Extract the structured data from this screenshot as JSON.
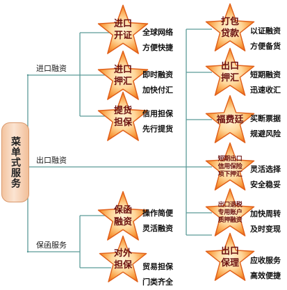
{
  "root": {
    "label": "菜单式服务"
  },
  "branches": {
    "import": "进口融资",
    "export": "出口融资",
    "guarantee": "保函服务"
  },
  "stars": {
    "import_bill": {
      "line1": "进口",
      "line2": "开证"
    },
    "import_remit": {
      "line1": "进口",
      "line2": "押汇"
    },
    "delivery_guarantee": {
      "line1": "提货",
      "line2": "担保"
    },
    "guarantee_finance": {
      "line1": "保函",
      "line2": "融资"
    },
    "external_guarantee": {
      "line1": "对外",
      "line2": "担保"
    },
    "packing": {
      "line1": "打包",
      "line2": "贷款"
    },
    "export_remit": {
      "line1": "出口",
      "line2": "押汇"
    },
    "forfaiting": {
      "line1": "福费廷"
    },
    "short_term": {
      "line1": "短期出口",
      "line2": "信用保险",
      "line3": "项下押汇"
    },
    "tax_refund": {
      "line1": "出口退税",
      "line2": "专用账户",
      "line3": "质押融资"
    },
    "factoring": {
      "line1": "出口",
      "line2": "保理"
    }
  },
  "descriptions": {
    "import_bill": {
      "line1": "全球网络",
      "line2": "方便快捷"
    },
    "import_remit": {
      "line1": "即时融资",
      "line2": "加快付汇"
    },
    "delivery_guarantee": {
      "line1": "信用担保",
      "line2": "先行提货"
    },
    "guarantee_finance": {
      "line1": "操作简便",
      "line2": "灵活融资"
    },
    "external_guarantee": {
      "line1": "贸易担保",
      "line2": "门类齐全"
    },
    "packing": {
      "line1": "以证融资",
      "line2": "方便备货"
    },
    "export_remit": {
      "line1": "短期融资",
      "line2": "迅速收汇"
    },
    "forfaiting": {
      "line1": "买断票据",
      "line2": "规避风险"
    },
    "short_term": {
      "line1": "灵活选择",
      "line2": "安全稳妥"
    },
    "tax_refund": {
      "line1": "加快周转",
      "line2": "及时变现"
    },
    "factoring": {
      "line1": "应收服务",
      "line2": "高效便捷"
    }
  },
  "colors": {
    "line": "#5a9a98",
    "star_outer": "#f0701e",
    "star_inner": "#ffe6b8",
    "star_text": "#6a1010",
    "root_fill": "#f8d3b6"
  }
}
